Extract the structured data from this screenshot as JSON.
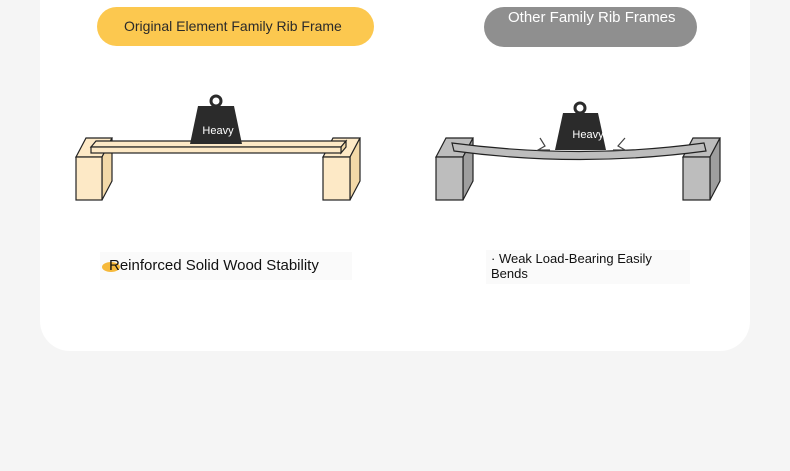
{
  "left": {
    "title": "Original Element Family Rib Frame",
    "weight_label": "Heavy",
    "caption": "Reinforced Solid Wood Stability",
    "colors": {
      "pill": "#fcc84f",
      "wood": "#fde9c6",
      "weight": "#2b2b2b"
    }
  },
  "right": {
    "title": "Other Family Rib Frames",
    "weight_label": "Heavy",
    "caption": "· Weak Load-Bearing Easily Bends",
    "colors": {
      "pill": "#8f8f8f",
      "board": "#bdbdbd",
      "weight": "#2b2b2b"
    }
  }
}
